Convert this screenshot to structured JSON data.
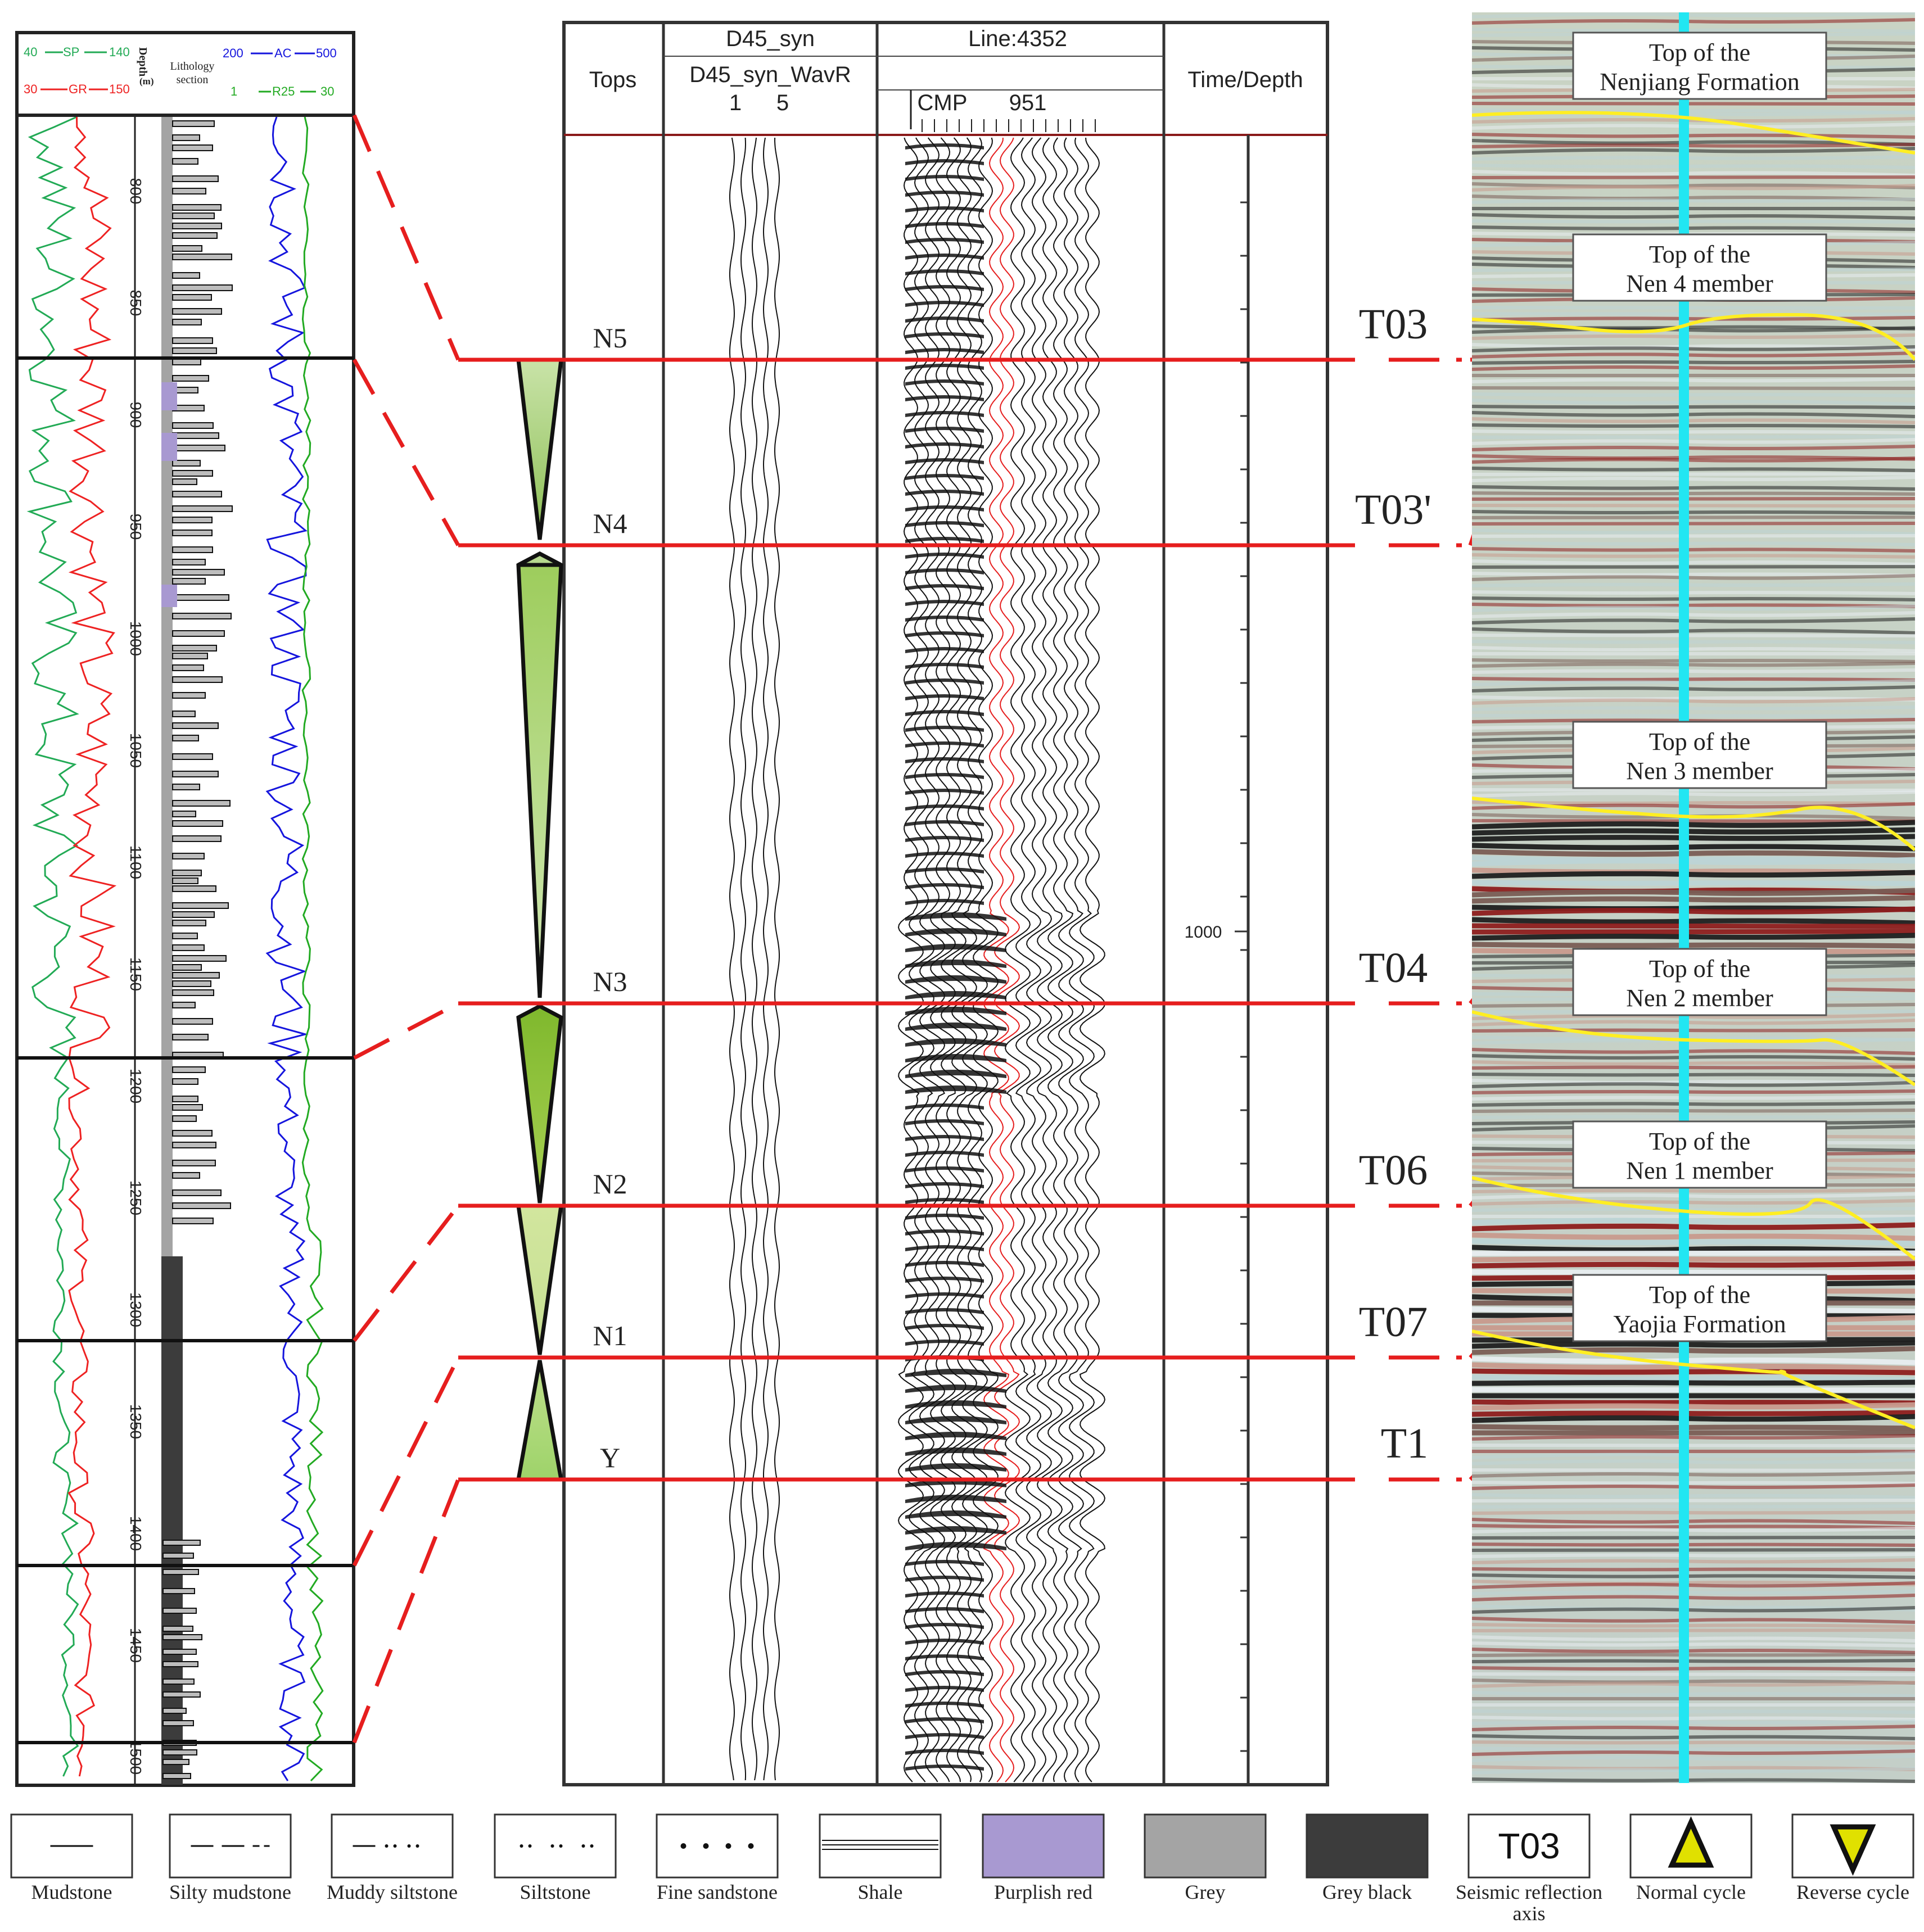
{
  "log_header": {
    "sp_label": "SP",
    "sp_min": "40",
    "sp_max": "140",
    "gr_label": "GR",
    "gr_min": "30",
    "gr_max": "150",
    "depth_label": "Depth",
    "depth_unit": "(m)",
    "lith_label_1": "Lithology",
    "lith_label_2": "section",
    "ac_label": "AC",
    "ac_min": "200",
    "ac_max": "500",
    "r25_label": "R25",
    "r25_min": "1",
    "r25_max": "30"
  },
  "depth_ticks": [
    "800",
    "850",
    "900",
    "950",
    "1000",
    "1050",
    "1100",
    "1150",
    "1200",
    "1250",
    "1300",
    "1350",
    "1400",
    "1450",
    "1500"
  ],
  "synthetic_panel": {
    "tops_header": "Tops",
    "syn_title": "D45_syn",
    "syn_subtitle": "D45_syn_WavR",
    "trace_1": "1",
    "trace_5": "5",
    "line_title": "Line:4352",
    "cmp_label": "CMP",
    "cmp_value": "951",
    "time_depth_header": "Time/Depth",
    "time_tick": "1000"
  },
  "tops": [
    {
      "top": "N5",
      "horizon": "T03",
      "seismic_label_1": "Top of the",
      "seismic_label_2": "Nen 4 member"
    },
    {
      "top": "N4",
      "horizon": "T03'",
      "seismic_label_1": "",
      "seismic_label_2": ""
    },
    {
      "top": "N3",
      "horizon": "T04",
      "seismic_label_1": "Top of the",
      "seismic_label_2": "Nen 2 member"
    },
    {
      "top": "N2",
      "horizon": "T06",
      "seismic_label_1": "Top of the",
      "seismic_label_2": "Nen 1 member"
    },
    {
      "top": "N1",
      "horizon": "T07",
      "seismic_label_1": "Top of the",
      "seismic_label_2": "Yaojia Formation"
    },
    {
      "top": "Y",
      "horizon": "T1",
      "seismic_label_1": "",
      "seismic_label_2": ""
    }
  ],
  "seismic_labels_extra": [
    {
      "line1": "Top of the",
      "line2": "Nenjiang Formation"
    },
    {
      "line1": "Top of the",
      "line2": "Nen 3 member"
    }
  ],
  "legend": [
    {
      "label": "Mudstone",
      "icon": "mudstone-pattern"
    },
    {
      "label": "Silty mudstone",
      "icon": "silty-mudstone-pattern"
    },
    {
      "label": "Muddy siltstone",
      "icon": "muddy-siltstone-pattern"
    },
    {
      "label": "Siltstone",
      "icon": "siltstone-pattern"
    },
    {
      "label": "Fine sandstone",
      "icon": "fine-sandstone-pattern"
    },
    {
      "label": "Shale",
      "icon": "shale-pattern"
    },
    {
      "label": "Purplish red",
      "icon": "purplish-red-swatch",
      "color": "#a899d1"
    },
    {
      "label": "Grey",
      "icon": "grey-swatch",
      "color": "#a4a4a4"
    },
    {
      "label": "Grey black",
      "icon": "grey-black-swatch",
      "color": "#3c3c3c"
    },
    {
      "label": "Seismic reflection axis",
      "icon": "T03",
      "label_line1": "Seismic reflection",
      "label_line2": "axis"
    },
    {
      "label": "Normal cycle",
      "icon": "triangle-up-icon"
    },
    {
      "label": "Reverse cycle",
      "icon": "triangle-down-icon"
    }
  ],
  "colors": {
    "sp": "#22aa55",
    "gr": "#ee2222",
    "ac": "#1515dd",
    "r25": "#22aa22",
    "tie_line": "#e61e1e",
    "horizon": "#ffee22",
    "well_trace": "#22e6f2",
    "cycle_fill_light": "#b8d98c",
    "cycle_fill_mid": "#95c545"
  }
}
